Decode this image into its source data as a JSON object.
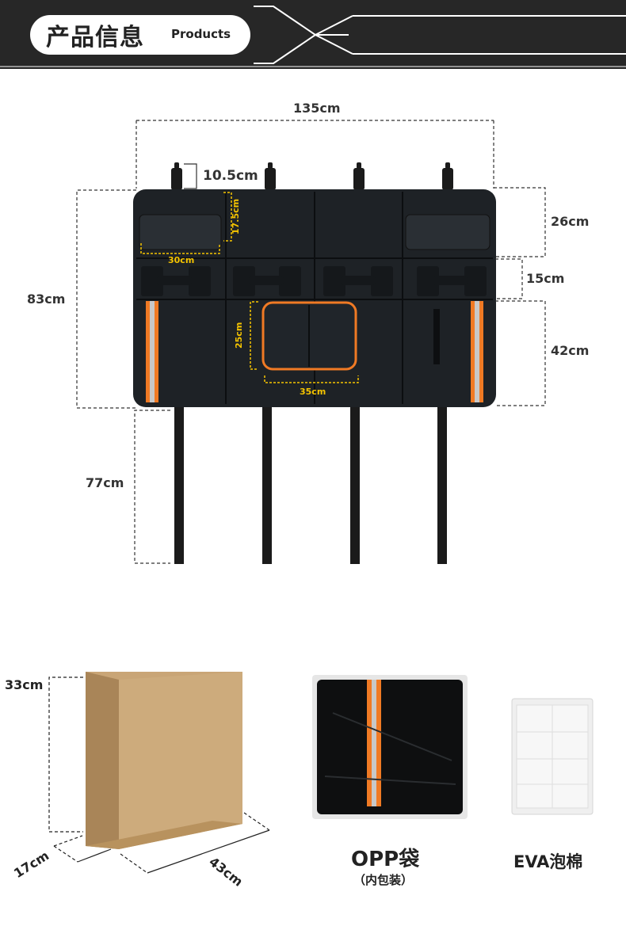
{
  "header": {
    "title_cn": "产品信息",
    "title_en": "Products"
  },
  "dimensions": {
    "width": "135cm",
    "buckle": "10.5cm",
    "pocket_height": "17.5cm",
    "pocket_width": "30cm",
    "height": "83cm",
    "top_section": "26cm",
    "middle_section": "15cm",
    "bottom_section": "42cm",
    "center_pocket_height": "25cm",
    "center_pocket_width": "35cm",
    "strap_length": "77cm"
  },
  "packaging": {
    "box_height": "33cm",
    "box_depth": "17cm",
    "box_width": "43cm",
    "bag_label": "OPP袋",
    "bag_sub": "（内包装）",
    "foam_label": "EVA泡棉"
  },
  "colors": {
    "header_bg": "#272727",
    "accent_yellow": "#f5c400",
    "strip_orange": "#f07a24",
    "organizer": "#1e2226",
    "box": "#c9a576"
  }
}
